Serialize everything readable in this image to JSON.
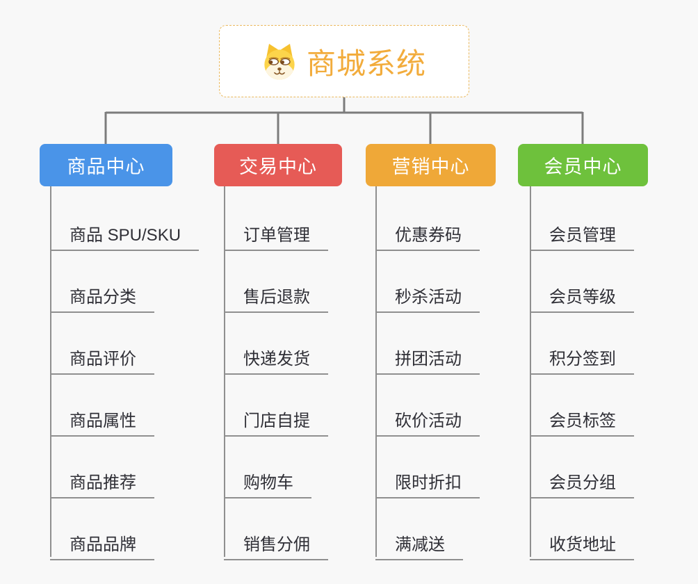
{
  "root": {
    "title": "商城系统",
    "icon": "dog-face-icon"
  },
  "branches": [
    {
      "id": "product-center",
      "label": "商品中心",
      "color": "#4a94e8",
      "items": [
        "商品 SPU/SKU",
        "商品分类",
        "商品评价",
        "商品属性",
        "商品推荐",
        "商品品牌"
      ]
    },
    {
      "id": "trade-center",
      "label": "交易中心",
      "color": "#e65b56",
      "items": [
        "订单管理",
        "售后退款",
        "快递发货",
        "门店自提",
        "购物车",
        "销售分佣"
      ]
    },
    {
      "id": "marketing-center",
      "label": "营销中心",
      "color": "#efa838",
      "items": [
        "优惠券码",
        "秒杀活动",
        "拼团活动",
        "砍价活动",
        "限时折扣",
        "满减送"
      ]
    },
    {
      "id": "member-center",
      "label": "会员中心",
      "color": "#6ec13c",
      "items": [
        "会员管理",
        "会员等级",
        "积分签到",
        "会员标签",
        "会员分组",
        "收货地址"
      ]
    }
  ],
  "colors": {
    "background": "#f8f8f8",
    "root_text": "#f2ac3c",
    "root_border": "#eab85c",
    "connector": "#7c7c7c",
    "leaf_underline": "#8f8f8f",
    "leaf_text": "#2f2f36"
  }
}
